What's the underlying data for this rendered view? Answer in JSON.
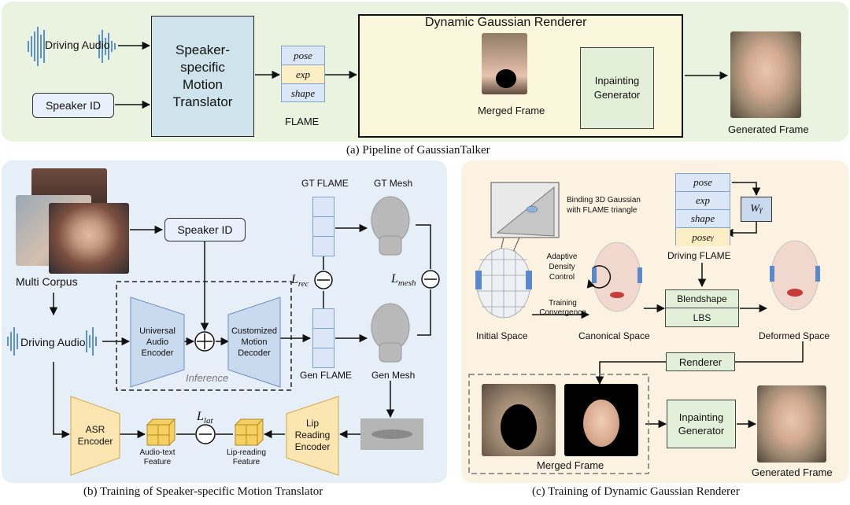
{
  "panel_a": {
    "caption": "(a) Pipeline of GaussianTalker",
    "driving_audio": "Driving Audio",
    "speaker_id": "Speaker ID",
    "motion_translator": [
      "Speaker-",
      "specific",
      "Motion",
      "Translator"
    ],
    "flame_rows": [
      "pose",
      "exp",
      "shape"
    ],
    "flame_label": "FLAME",
    "renderer_title": "Dynamic Gaussian Renderer",
    "merged_frame": "Merged  Frame",
    "inpainting_generator": [
      "Inpainting",
      "Generator"
    ],
    "generated_frame": "Generated Frame"
  },
  "panel_b": {
    "caption": "(b) Training of Speaker-specific Motion Translator",
    "multi_corpus": "Multi Corpus",
    "speaker_id": "Speaker ID",
    "driving_audio": "Driving Audio",
    "gt_flame": "GT FLAME",
    "gt_mesh": "GT Mesh",
    "l_rec": "L",
    "l_rec_sub": "rec",
    "l_mesh": "L",
    "l_mesh_sub": "mesh",
    "universal_encoder": [
      "Universal",
      "Audio",
      "Encoder"
    ],
    "motion_decoder": [
      "Customized",
      "Motion",
      "Decoder"
    ],
    "inference": "Inference",
    "gen_flame": "Gen FLAME",
    "gen_mesh": "Gen Mesh",
    "asr_encoder": [
      "ASR",
      "Encoder"
    ],
    "audio_text_feature": [
      "Audio-text",
      "Feature"
    ],
    "l_lat": "L",
    "l_lat_sub": "lat",
    "lip_reading_feature": [
      "Lip-reading",
      "Feature"
    ],
    "lip_reading_encoder": [
      "Lip",
      "Reading",
      "Encoder"
    ]
  },
  "panel_c": {
    "caption": "(c) Training of Dynamic Gaussian Renderer",
    "binding_note": [
      "Binding 3D Gaussian",
      "with FLAME triangle"
    ],
    "flame_rows": [
      "pose",
      "exp",
      "shape",
      "pose"
    ],
    "pose_gamma_sub": "γ",
    "w_gamma": "W",
    "w_gamma_sub": "γ",
    "driving_flame": "Driving FLAME",
    "adaptive": [
      "Adaptive",
      "Density",
      "Control"
    ],
    "training": [
      "Training",
      "Convergence"
    ],
    "initial_space": "Initial Space",
    "canonical_space": "Canonical Space",
    "blendshape": "Blendshape",
    "lbs": "LBS",
    "deformed_space": "Deformed Space",
    "renderer": "Renderer",
    "merged_frame": "Merged  Frame",
    "inpainting_generator": [
      "Inpainting",
      "Generator"
    ],
    "generated_frame": "Generated Frame"
  },
  "colors": {
    "panel_a_bg": "#e9f3df",
    "panel_b_bg": "#e6eef8",
    "panel_c_bg": "#fbf2e1",
    "translator_fill": "#cfe3ec",
    "renderer_fill": "#fbf7dd",
    "inpaint_fill": "#e3f0d9",
    "encoder_fill": "#c9d9ee",
    "asr_fill": "#fbe6b2"
  }
}
